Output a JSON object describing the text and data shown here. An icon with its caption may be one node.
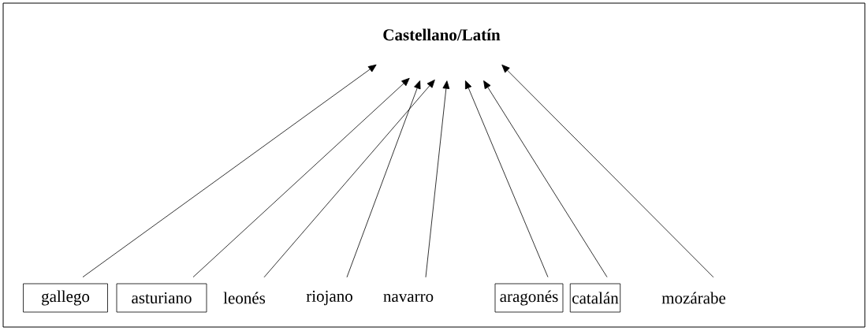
{
  "diagram": {
    "nodes": [
      {
        "text": [
          "Castellano/Latín"
        ]
      },
      {
        "text": [
          "gallego"
        ]
      },
      {
        "text": [
          "asturiano"
        ]
      },
      {
        "text": [
          "leonés"
        ]
      },
      {
        "text": [
          "riojano"
        ]
      },
      {
        "text": [
          "navarro"
        ]
      },
      {
        "text": [
          "aragonés"
        ]
      },
      {
        "text": [
          "catalán"
        ]
      },
      {
        "text": [
          "mozárabe"
        ]
      }
    ],
    "edges": [
      {
        "from": 1,
        "to": 0,
        "arrow": "to"
      },
      {
        "from": 2,
        "to": 0,
        "arrow": "to"
      },
      {
        "from": 3,
        "to": 0,
        "arrow": "to"
      },
      {
        "from": 4,
        "to": 0,
        "arrow": "to"
      },
      {
        "from": 5,
        "to": 0,
        "arrow": "to"
      },
      {
        "from": 6,
        "to": 0,
        "arrow": "to"
      },
      {
        "from": 7,
        "to": 0,
        "arrow": "to"
      },
      {
        "from": 8,
        "to": 0,
        "arrow": "to"
      }
    ]
  }
}
